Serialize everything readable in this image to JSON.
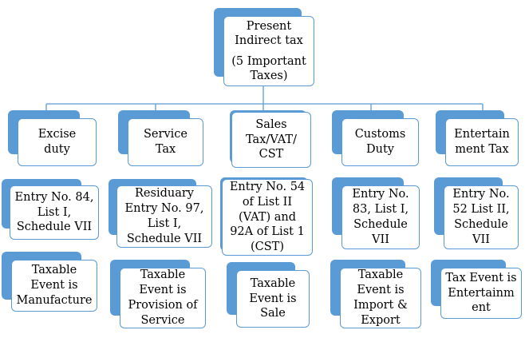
{
  "diagram": {
    "root": {
      "text_lines": [
        "Present",
        "Indirect tax",
        "",
        "(5 Important",
        "Taxes)"
      ]
    },
    "columns": [
      {
        "title": "Excise\nduty",
        "entry": "Entry No. 84,\nList I,\nSchedule VII",
        "event": "Taxable\nEvent is\nManufacture"
      },
      {
        "title": "Service\nTax",
        "entry": "Residuary\nEntry No. 97,\nList I,\nSchedule VII",
        "event": "Taxable\nEvent is\nProvision of\nService"
      },
      {
        "title": "Sales\nTax/VAT/\nCST",
        "entry": "Entry No. 54\nof List II\n(VAT) and\n92A of List 1\n(CST)",
        "event": "Taxable\nEvent is\nSale"
      },
      {
        "title": "Customs\nDuty",
        "entry": "Entry No.\n83,  List I,\nSchedule\nVII",
        "event": "Taxable\nEvent is\nImport &\nExport"
      },
      {
        "title": "Entertain\nment Tax",
        "entry": "Entry No.\n52 List II,\nSchedule\nVII",
        "event": "Tax Event is\nEntertainm\nent"
      }
    ],
    "colors": {
      "accent": "#5b9bd5",
      "box_fill": "#ffffff",
      "text": "#000000"
    }
  }
}
